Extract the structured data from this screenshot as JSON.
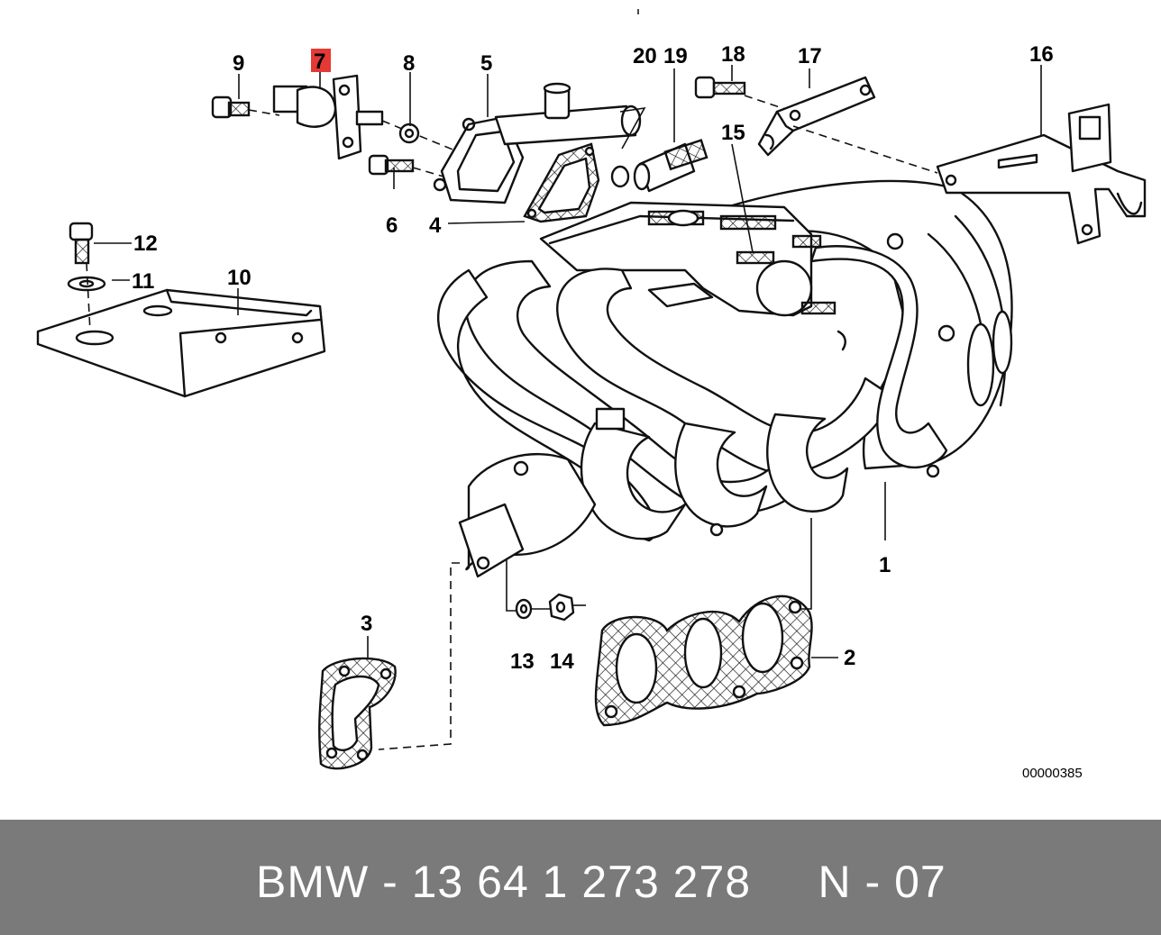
{
  "diagram": {
    "callouts": {
      "p1": "1",
      "p2": "2",
      "p3": "3",
      "p4": "4",
      "p5": "5",
      "p6": "6",
      "p7": "7",
      "p8": "8",
      "p9": "9",
      "p10": "10",
      "p11": "11",
      "p12": "12",
      "p13": "13",
      "p14": "14",
      "p15": "15",
      "p16": "16",
      "p17": "17",
      "p18": "18",
      "p19": "19",
      "p20": "20"
    },
    "highlight_color": "#e53935",
    "highlighted_part": "7",
    "diagram_code": "00000385"
  },
  "footer": {
    "text": "BMW - 13 64 1 273 278     N - 07",
    "background": "#7a7a7a"
  }
}
